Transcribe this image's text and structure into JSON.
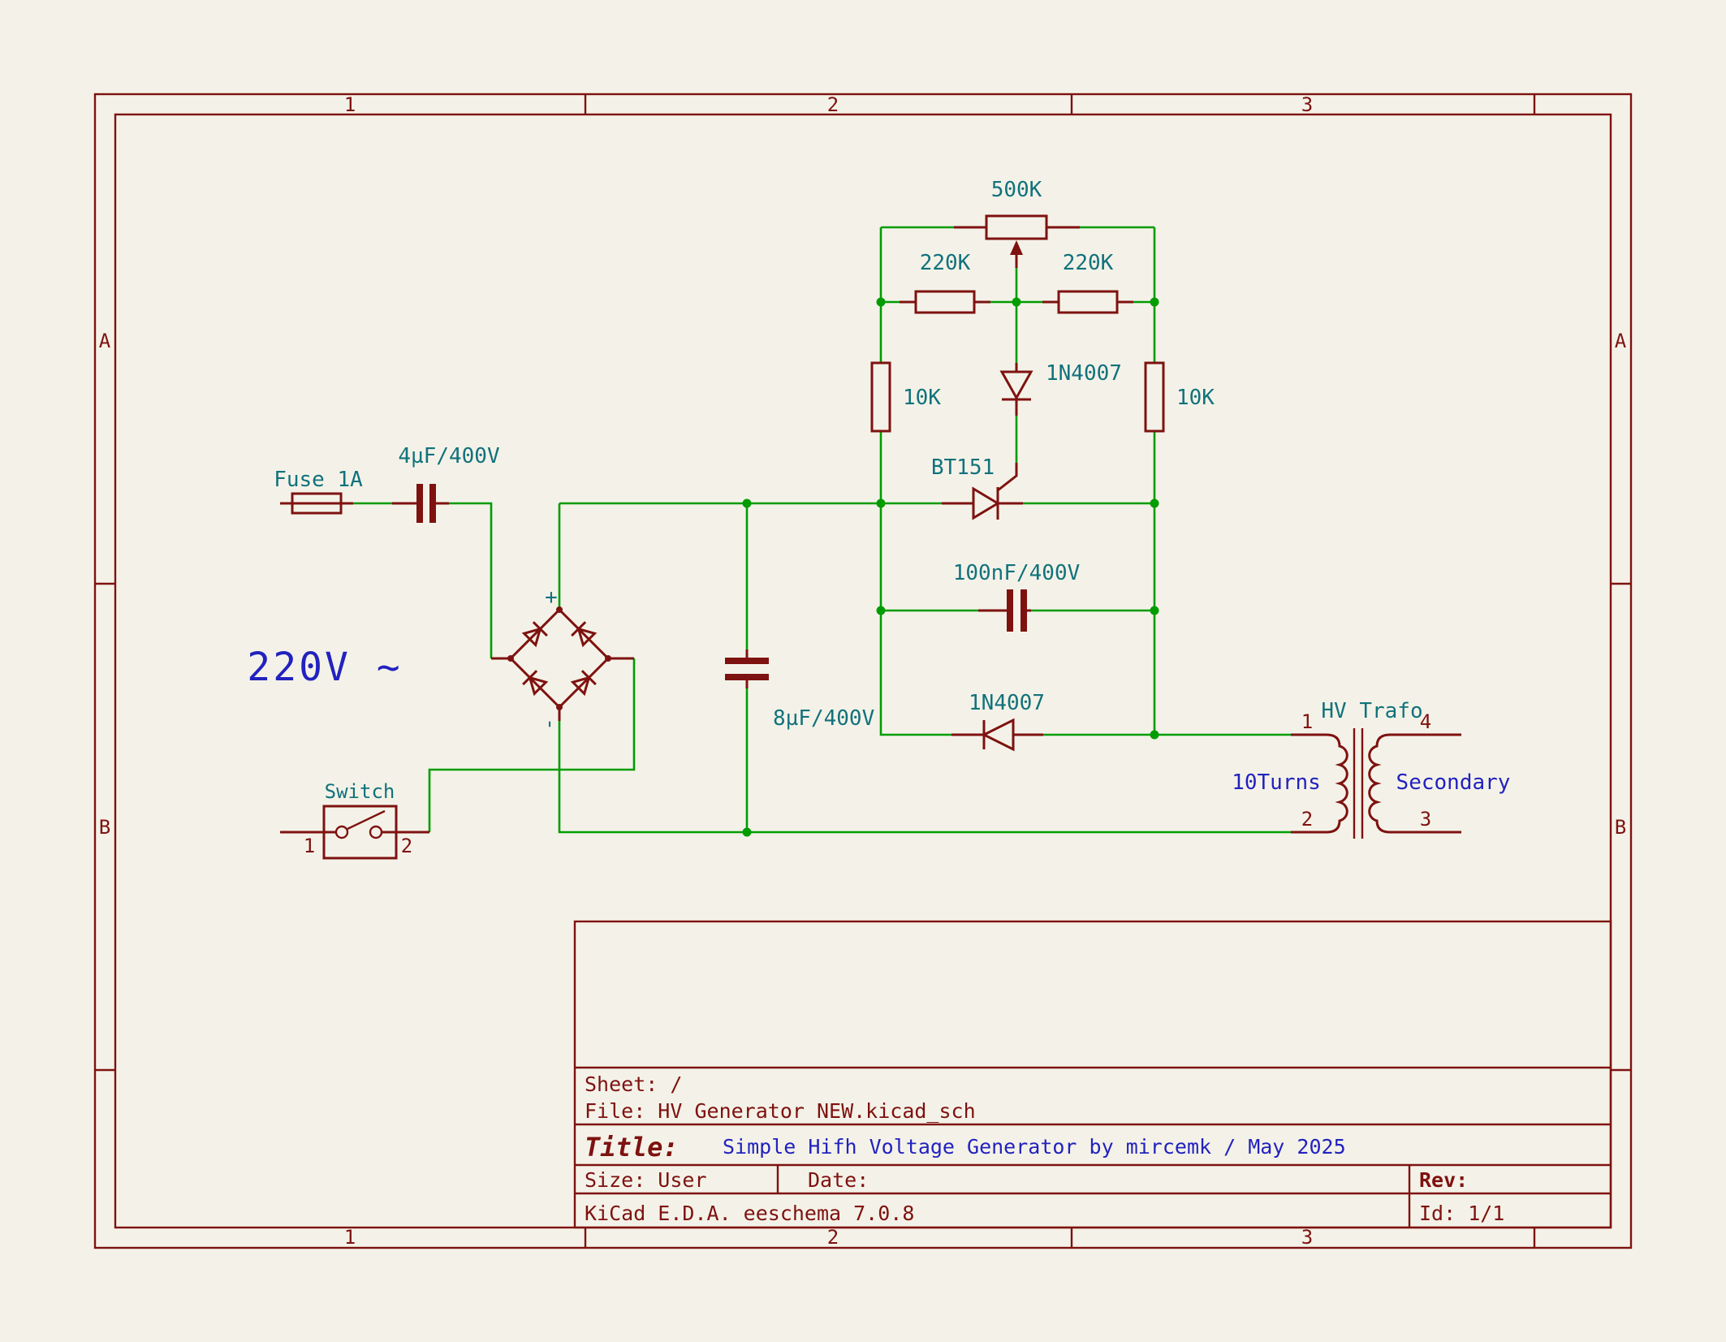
{
  "frame": {
    "col1": "1",
    "col2": "2",
    "col3": "3",
    "rowA": "A",
    "rowB": "B"
  },
  "circuit": {
    "mains_label": "220V ~",
    "fuse_label": "Fuse 1A",
    "cap_in_label": "4µF/400V",
    "bridge_plus": "+",
    "bridge_minus": "-",
    "cap_filter_label": "8µF/400V",
    "switch_label": "Switch",
    "switch_pin1": "1",
    "switch_pin2": "2",
    "pot_label": "500K",
    "r220k_left_label": "220K",
    "r220k_right_label": "220K",
    "r10k_left_label": "10K",
    "r10k_right_label": "10K",
    "diode_top_label": "1N4007",
    "scr_label": "BT151",
    "cap_snubber_label": "100nF/400V",
    "diode_out_label": "1N4007",
    "trafo_label": "HV Trafo",
    "trafo_primary_label": "10Turns",
    "trafo_secondary_label": "Secondary",
    "trafo_pin1": "1",
    "trafo_pin2": "2",
    "trafo_pin3": "3",
    "trafo_pin4": "4"
  },
  "title_block": {
    "sheet": "Sheet: /",
    "file": "File: HV Generator NEW.kicad_sch",
    "title_label": "Title:",
    "title": "Simple Hifh Voltage Generator by mircemk / May 2025",
    "size": "Size: User",
    "date": "Date:",
    "rev": "Rev:",
    "tool": "KiCad E.D.A.  eeschema 7.0.8",
    "id": "Id: 1/1"
  },
  "colors": {
    "background": "#f4f2e8",
    "wire_green": "#009c00",
    "component_red": "#7e1210",
    "field_teal": "#11727c",
    "label_blue": "#2222bf",
    "switch_fill": "#fffdc0"
  }
}
